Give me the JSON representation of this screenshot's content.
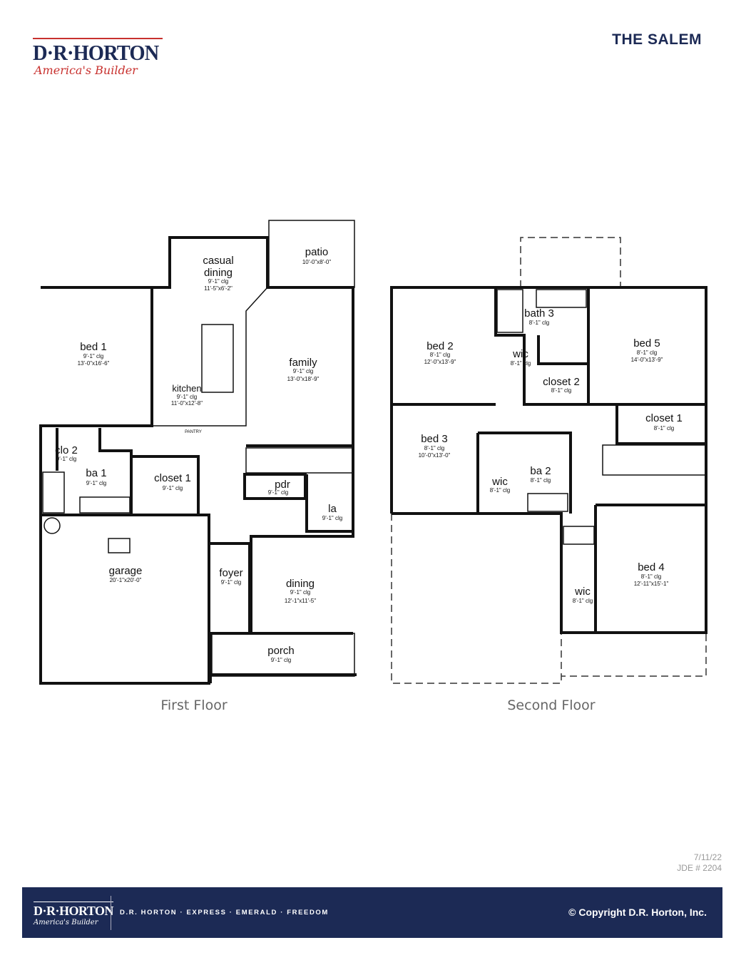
{
  "header": {
    "logo_text": "D·R·HORTON",
    "logo_tagline": "America's Builder",
    "plan_name": "THE SALEM"
  },
  "colors": {
    "brand_navy": "#1c2a55",
    "brand_red": "#c8312e"
  },
  "first_floor": {
    "label": "First Floor",
    "rooms": {
      "casual_dining": {
        "name1": "casual",
        "name2": "dining",
        "ceiling": "9'-1\" clg",
        "size": "11'-5\"x6'-2\""
      },
      "patio": {
        "name": "patio",
        "size": "10'-0\"x8'-0\""
      },
      "bed1": {
        "name": "bed 1",
        "ceiling": "9'-1\" clg",
        "size": "13'-0\"x16'-6\""
      },
      "family": {
        "name": "family",
        "ceiling": "9'-1\" clg",
        "size": "13'-0\"x18'-9\""
      },
      "kitchen": {
        "name": "kitchen",
        "ceiling": "9'-1\" clg",
        "size": "11'-0\"x12'-8\""
      },
      "pantry": {
        "name": "PANTRY"
      },
      "clo2": {
        "name": "clo 2",
        "ceiling": "9'-1\" clg"
      },
      "ba1": {
        "name": "ba 1",
        "ceiling": "9'-1\" clg"
      },
      "closet1": {
        "name": "closet 1",
        "ceiling": "9'-1\" clg"
      },
      "pdr": {
        "name": "pdr",
        "ceiling": "9'-1\" clg"
      },
      "la": {
        "name": "la",
        "ceiling": "9'-1\" clg"
      },
      "garage": {
        "name": "garage",
        "size": "20'-1\"x20'-0\""
      },
      "foyer": {
        "name": "foyer",
        "ceiling": "9'-1\" clg"
      },
      "dining": {
        "name": "dining",
        "ceiling": "9'-1\" clg",
        "size": "12'-1\"x11'-5\""
      },
      "porch": {
        "name": "porch",
        "ceiling": "9'-1\" clg"
      }
    }
  },
  "second_floor": {
    "label": "Second Floor",
    "rooms": {
      "bath3": {
        "name": "bath 3",
        "ceiling": "8'-1\" clg"
      },
      "bed2": {
        "name": "bed 2",
        "ceiling": "8'-1\" clg",
        "size": "12'-0\"x13'-9\""
      },
      "wic_bed2": {
        "name": "wic",
        "ceiling": "8'-1\" clg"
      },
      "bed5": {
        "name": "bed 5",
        "ceiling": "8'-1\" clg",
        "size": "14'-0\"x13'-9\""
      },
      "closet2": {
        "name": "closet 2",
        "ceiling": "8'-1\" clg"
      },
      "closet1": {
        "name": "closet 1",
        "ceiling": "8'-1\" clg"
      },
      "bed3": {
        "name": "bed 3",
        "ceiling": "8'-1\" clg",
        "size": "10'-0\"x13'-0\""
      },
      "ba2": {
        "name": "ba 2",
        "ceiling": "8'-1\" clg"
      },
      "wic_bed3": {
        "name": "wic",
        "ceiling": "8'-1\" clg"
      },
      "bed4": {
        "name": "bed 4",
        "ceiling": "8'-1\" clg",
        "size": "12'-11\"x15'-1\""
      },
      "wic_bed4": {
        "name": "wic",
        "ceiling": "8'-1\" clg"
      }
    }
  },
  "meta": {
    "date": "7/11/22",
    "jde": "JDE # 2204"
  },
  "footer": {
    "logo_text": "D·R·HORTON",
    "logo_tagline": "America's Builder",
    "brands": "D.R. HORTON · EXPRESS · EMERALD · FREEDOM",
    "copyright": "© Copyright D.R. Horton, Inc."
  }
}
